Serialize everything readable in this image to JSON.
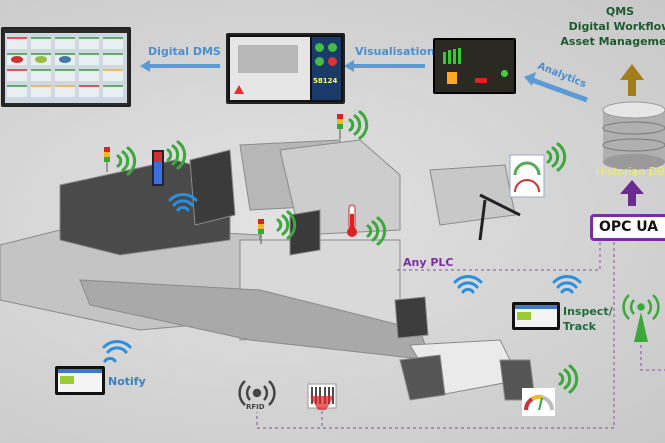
{
  "labels": {
    "digital_dms": "Digital DMS",
    "visualisation": "Visualisation",
    "analytics": "Analytics",
    "qms": [
      "QMS",
      "Digital Workflow",
      "Asset Management"
    ],
    "historian": "Historian DB",
    "opc": "OPC UA",
    "any_plc": "Any PLC",
    "inspect": [
      "Inspect/",
      "Track"
    ],
    "notify": "Notify",
    "rfid": "RFID"
  },
  "screens": {
    "visualisation_counter": "58124"
  },
  "colors": {
    "arrow_blue": "#5b9bd5",
    "plc_purple": "#7a2fa0",
    "wifi_green": "#3aa83a",
    "wifi_blue": "#2b8fe0",
    "gold": "#a37f1a"
  }
}
